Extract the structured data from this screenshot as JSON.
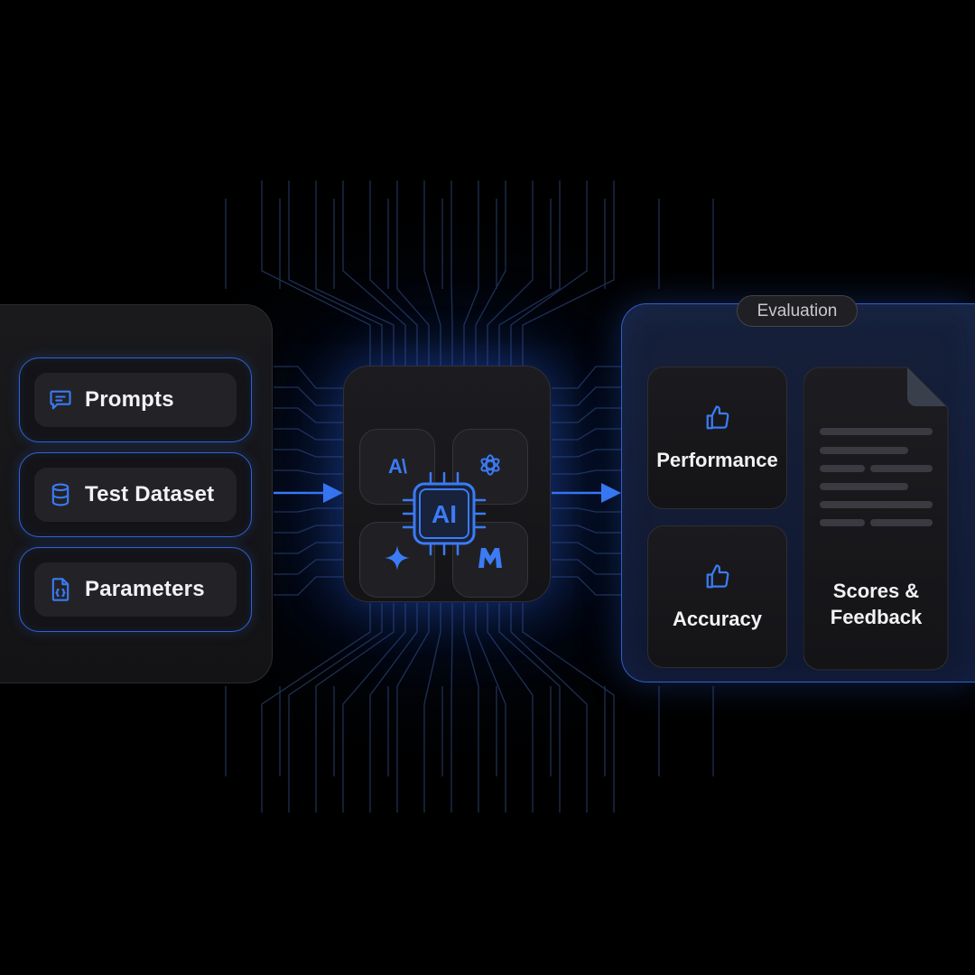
{
  "inputs": {
    "items": [
      {
        "label": "Prompts",
        "icon": "chat-bubble-icon"
      },
      {
        "label": "Test Dataset",
        "icon": "database-icon"
      },
      {
        "label": "Parameters",
        "icon": "code-file-icon"
      }
    ]
  },
  "model": {
    "chip_label": "AI",
    "tiles": [
      {
        "icon": "anthropic-icon",
        "text": "A\\"
      },
      {
        "icon": "openai-icon"
      },
      {
        "icon": "gemini-sparkle-icon"
      },
      {
        "icon": "mistral-icon"
      }
    ]
  },
  "evaluation": {
    "badge": "Evaluation",
    "metrics": [
      {
        "label": "Performance",
        "icon": "thumbs-up-icon"
      },
      {
        "label": "Accuracy",
        "icon": "thumbs-up-icon"
      }
    ],
    "document": {
      "label": "Scores & Feedback",
      "icon": "document-icon"
    }
  },
  "colors": {
    "accent": "#3b7bf6",
    "background": "#000000",
    "panel": "#18181b"
  }
}
